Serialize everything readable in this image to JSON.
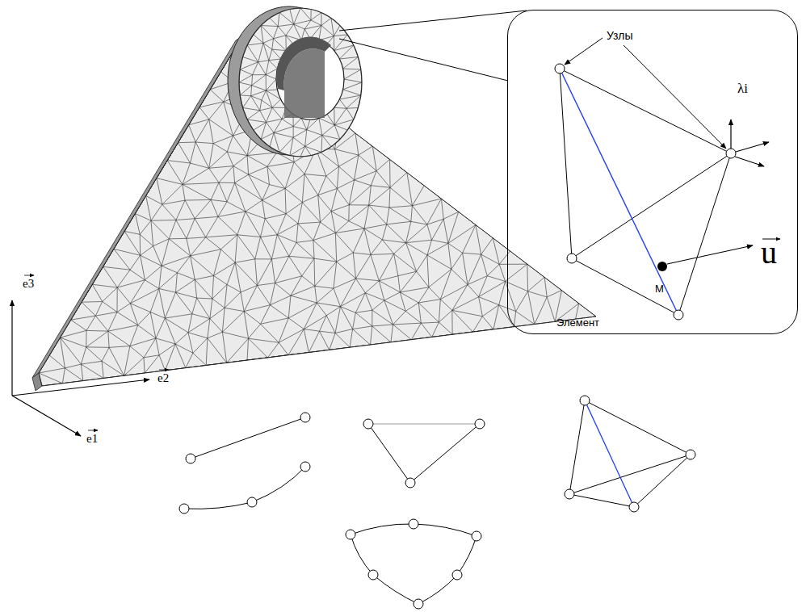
{
  "diagram": {
    "nodes": [
      {
        "text": [
          "Узлы",
          "λi",
          "M",
          "u",
          "Элемент"
        ]
      }
    ],
    "labels": [
      "e3",
      "e2",
      "e1"
    ]
  }
}
